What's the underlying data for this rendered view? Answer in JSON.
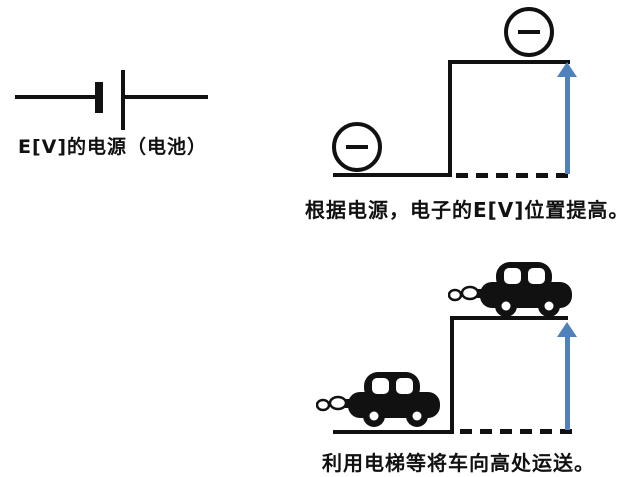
{
  "figure": {
    "title": "power-source-elevation-analogy-diagram"
  },
  "battery": {
    "label": "E[V]的电源（电池）"
  },
  "electron_diagram": {
    "caption": "根据电源，电子的E[V]位置提高。",
    "minus_symbol": "−"
  },
  "car_diagram": {
    "caption": "利用电梯等将车向高处运送。"
  },
  "icons": {
    "electron": "minus-circle-icon",
    "arrow": "up-arrow-icon",
    "car": "car-icon",
    "battery": "battery-symbol-icon"
  },
  "colors": {
    "line_black": "#111111",
    "arrow_blue": "#4f81bd",
    "background": "#ffffff"
  }
}
